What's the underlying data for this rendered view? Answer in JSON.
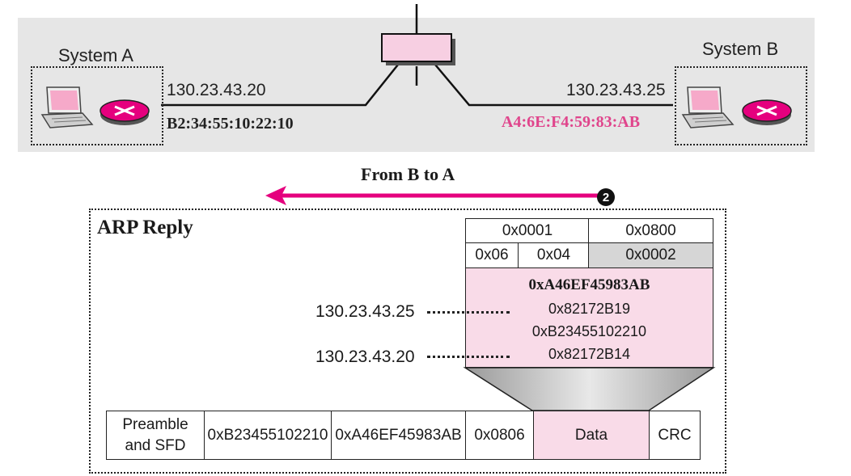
{
  "network": {
    "system_a": {
      "label": "System A",
      "ip": "130.23.43.20",
      "mac": "B2:34:55:10:22:10"
    },
    "system_b": {
      "label": "System B",
      "ip": "130.23.43.25",
      "mac": "A4:6E:F4:59:83:AB"
    }
  },
  "direction": {
    "label": "From B to A",
    "step": "2"
  },
  "arp_packet": {
    "title": "ARP Reply",
    "hardware_type": "0x0001",
    "protocol_type": "0x0800",
    "hw_length": "0x06",
    "proto_length": "0x04",
    "operation": "0x0002",
    "sender_hw": "0xA46EF45983AB",
    "sender_proto": "0x82172B19",
    "target_hw": "0xB23455102210",
    "target_proto": "0x82172B14",
    "sender_ip_label": "130.23.43.25",
    "target_ip_label": "130.23.43.20"
  },
  "frame": {
    "preamble_line1": "Preamble",
    "preamble_line2": "and SFD",
    "dest": "0xB23455102210",
    "src": "0xA46EF45983AB",
    "type": "0x0806",
    "data": "Data",
    "crc": "CRC"
  },
  "colors": {
    "pink_fill": "#f9dbe8",
    "magenta": "#e5007e",
    "mac_b": "#e0458c",
    "gray_cell": "#d6d6d6"
  }
}
